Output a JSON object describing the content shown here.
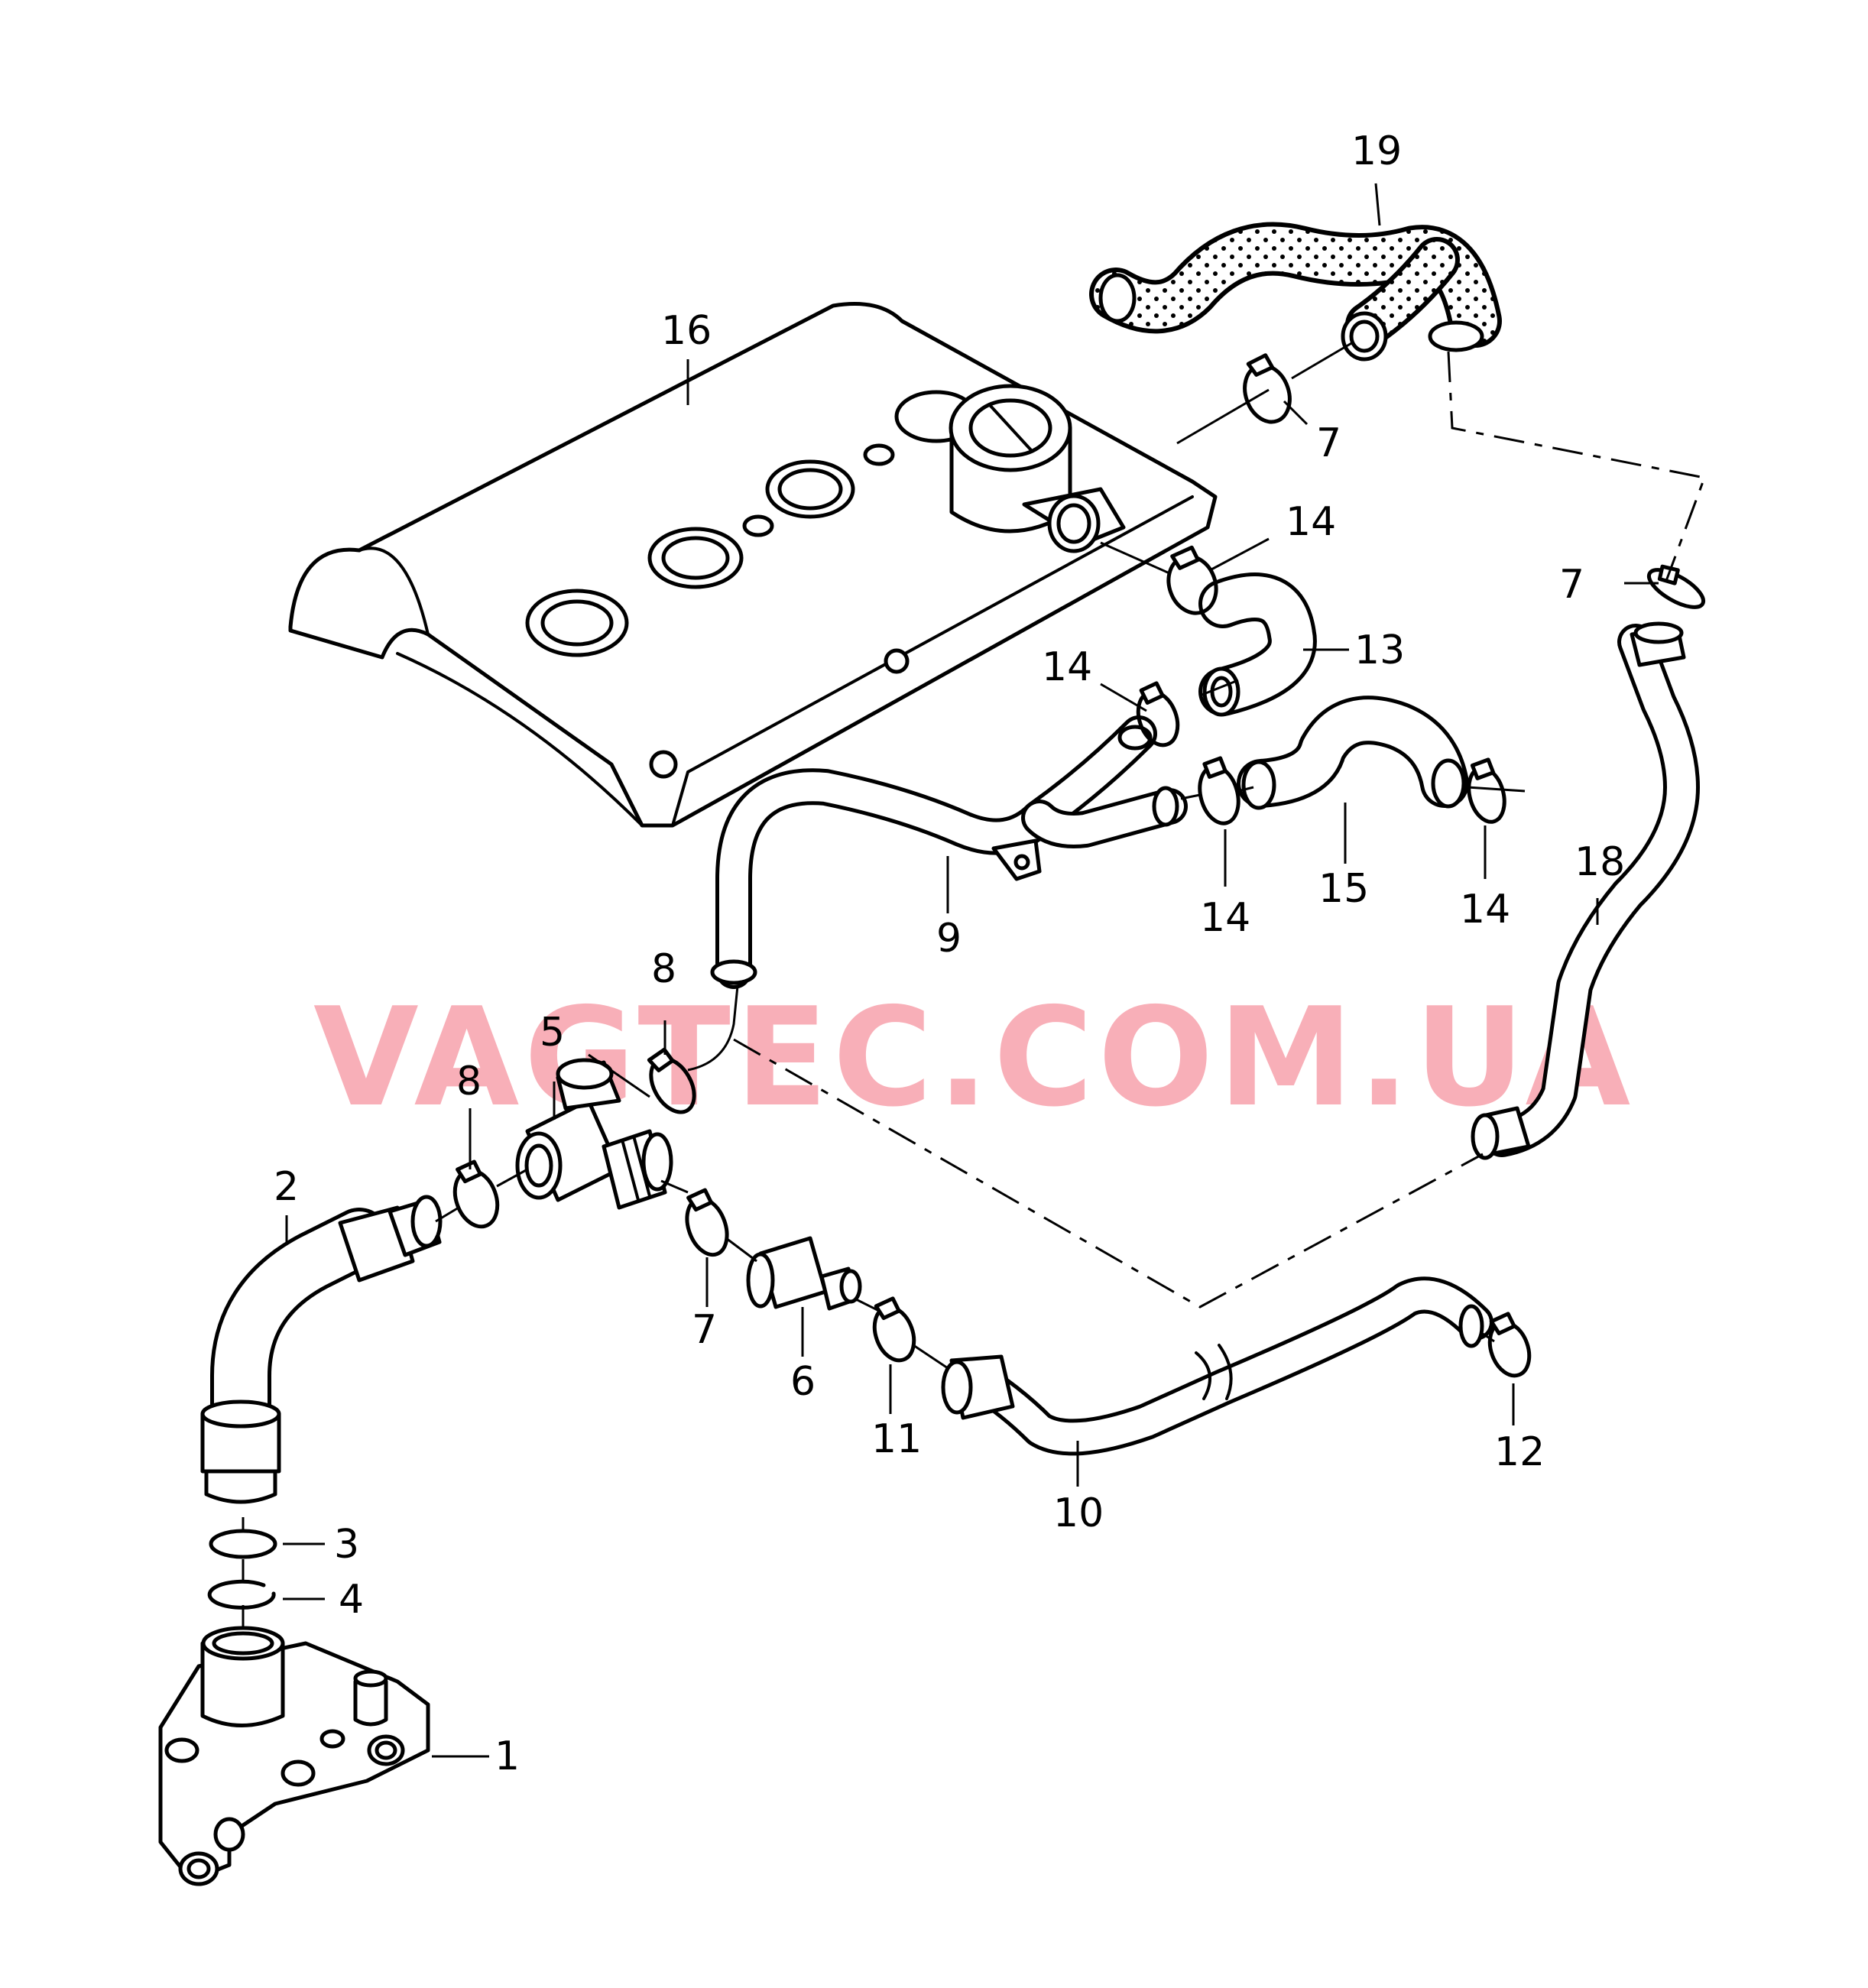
{
  "watermark": "VAGTEC.COM.UA",
  "callouts": {
    "c1": "1",
    "c2": "2",
    "c3": "3",
    "c4": "4",
    "c5": "5",
    "c6": "6",
    "c7a": "7",
    "c7b": "7",
    "c7c": "7",
    "c8a": "8",
    "c8b": "8",
    "c9": "9",
    "c10": "10",
    "c11": "11",
    "c12": "12",
    "c13": "13",
    "c14a": "14",
    "c14b": "14",
    "c14c": "14",
    "c14d": "14",
    "c15": "15",
    "c16": "16",
    "c18": "18",
    "c19": "19"
  }
}
